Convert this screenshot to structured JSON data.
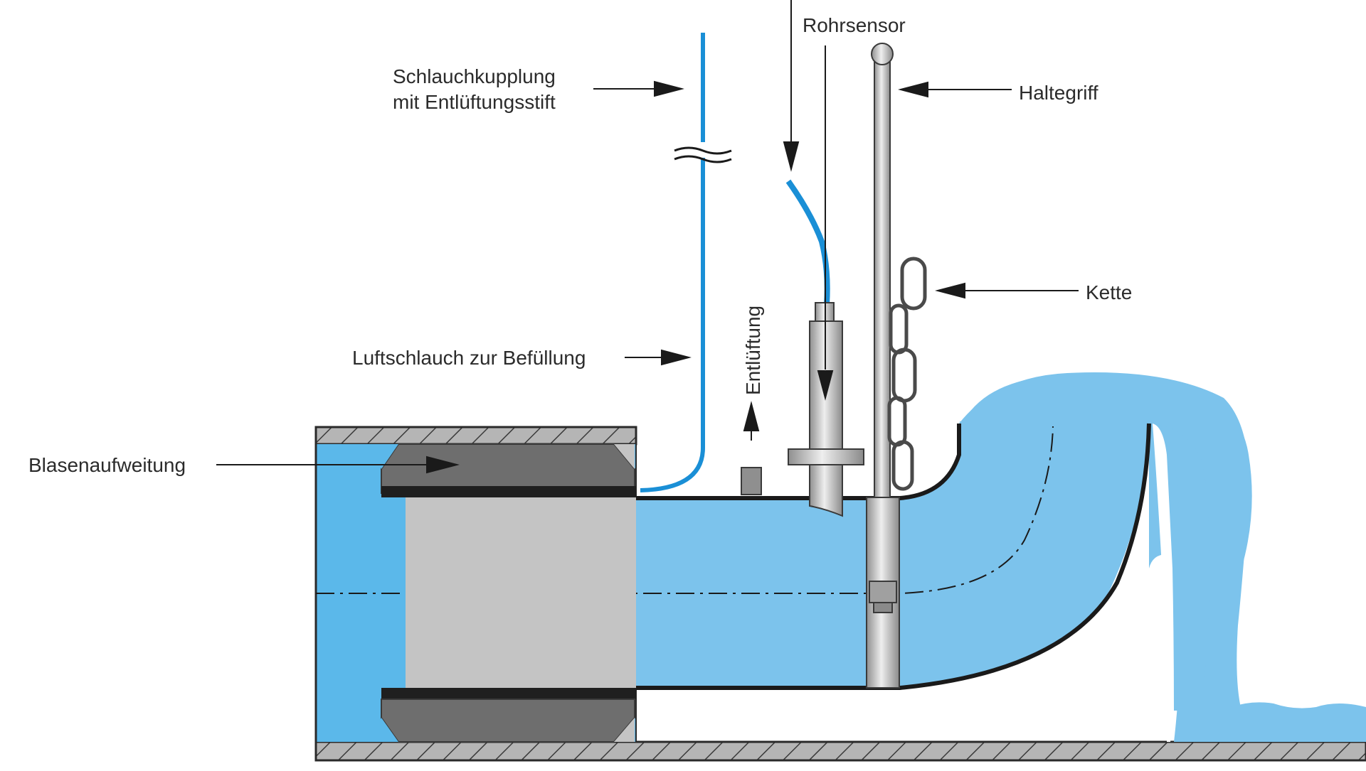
{
  "labels": {
    "rohrsensor": "Rohrsensor",
    "schlauchkupplung_line1": "Schlauchkupplung",
    "schlauchkupplung_line2": "mit Entlüftungsstift",
    "haltegriff": "Haltegriff",
    "kette": "Kette",
    "entlueftung": "Entlüftung",
    "luftschlauch": "Luftschlauch zur Befüllung",
    "blasenaufweitung": "Blasenaufweitung"
  },
  "colors": {
    "water_light": "#7cc3ec",
    "water_left": "#5bb8ea",
    "hose_blue": "#1a8fd6",
    "bladder_dark": "#6e6e6e",
    "bladder_core": "#c4c4c4",
    "wall_grey": "#a8a8a8",
    "steel": "#c9c9c9",
    "steel_dark": "#8a8a8a",
    "line": "#1a1a1a"
  }
}
